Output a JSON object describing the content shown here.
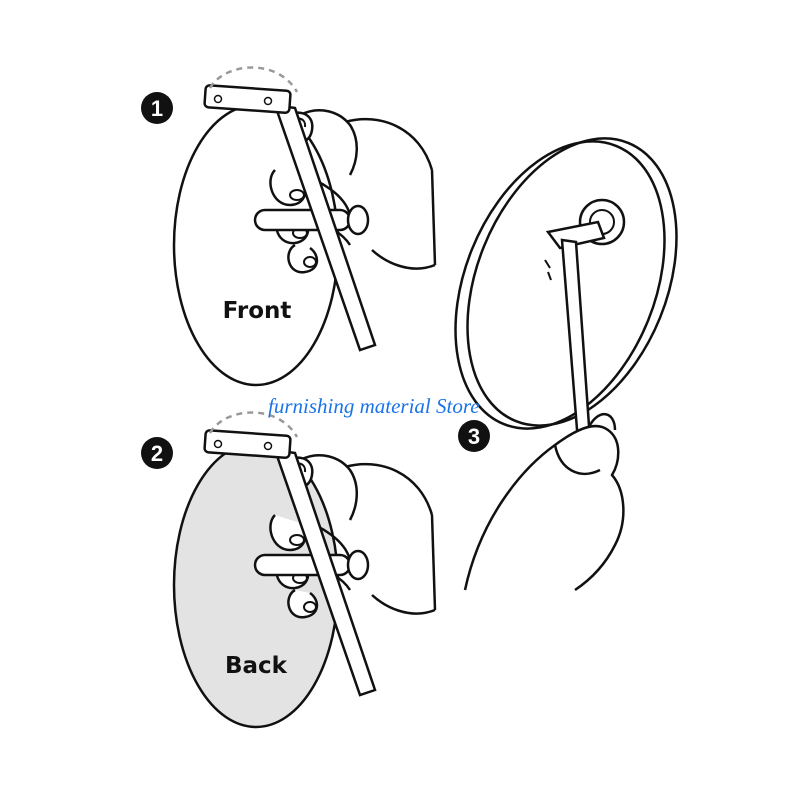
{
  "steps": [
    {
      "number": "1",
      "side_label": "Front"
    },
    {
      "number": "2",
      "side_label": "Back"
    },
    {
      "number": "3"
    }
  ],
  "watermark": "furnishing material Store",
  "colors": {
    "line": "#111111",
    "back_fill": "#e3e3e3",
    "badge": "#111111",
    "badge_text": "#ffffff",
    "watermark": "#1a73e8"
  }
}
